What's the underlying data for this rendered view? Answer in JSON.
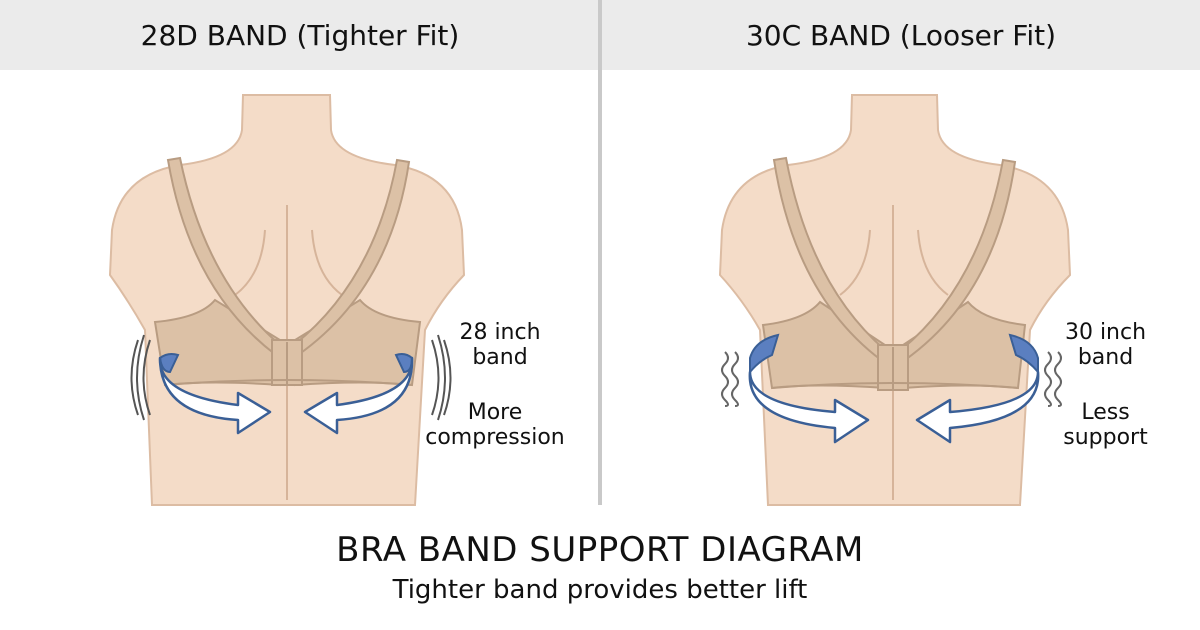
{
  "panels": [
    {
      "header": "28D BAND (Tighter Fit)",
      "band_label_line1": "28 inch",
      "band_label_line2": "band",
      "effect_label_line1": "More",
      "effect_label_line2": "compression",
      "motion_indicator": "compression-lines-icon"
    },
    {
      "header": "30C BAND (Looser Fit)",
      "band_label_line1": "30 inch",
      "band_label_line2": "band",
      "effect_label_line1": "Less",
      "effect_label_line2": "support",
      "motion_indicator": "wavy-lines-icon"
    }
  ],
  "footer": {
    "title": "BRA BAND SUPPORT DIAGRAM",
    "subtitle": "Tighter band provides better lift"
  },
  "colors": {
    "header_bg": "#ebebeb",
    "skin": "#f4dcc8",
    "skin_outline": "#dcbca3",
    "bra": "#dcc1a6",
    "bra_outline": "#b89c82",
    "arrow_outline": "#3a5f96",
    "arrow_fill": "#ffffff",
    "arrow_inner": "#5b7fc0",
    "divider": "#c9c9c9"
  }
}
